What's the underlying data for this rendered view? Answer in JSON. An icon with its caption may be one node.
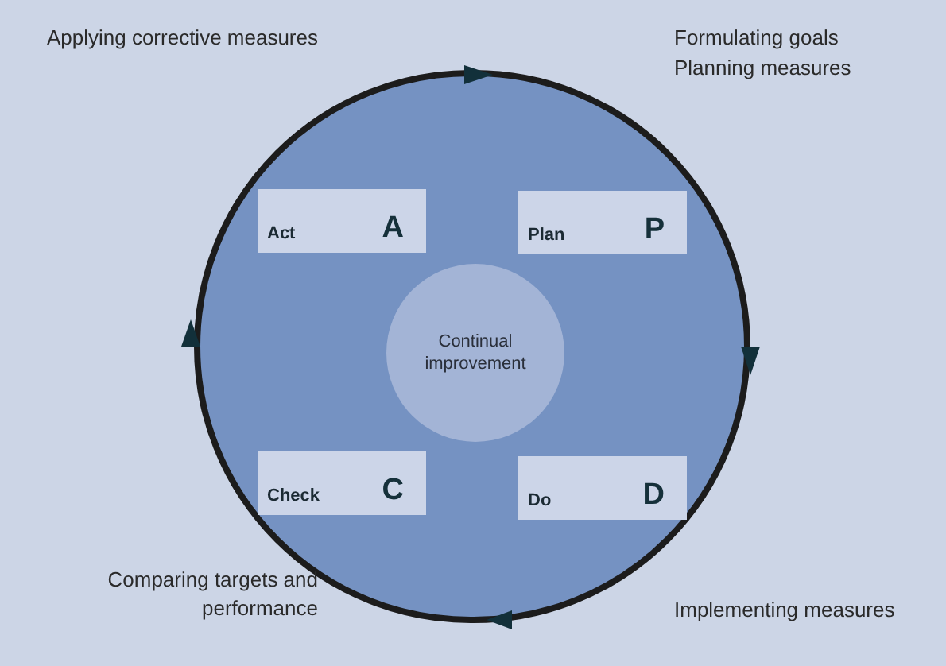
{
  "diagram": {
    "nodes": [
      {
        "text": [],
        "shape": "circle"
      },
      {
        "text": [
          "Act",
          "A"
        ],
        "in": 0
      },
      {
        "text": [
          "Plan",
          "P"
        ],
        "in": 0
      },
      {
        "text": [
          "Continual improvement"
        ],
        "in": 0
      },
      {
        "text": [
          "Check",
          "C"
        ],
        "in": 0
      },
      {
        "text": [
          "Do",
          "D"
        ],
        "in": 0
      }
    ],
    "labels": [
      "Applying corrective measures",
      "Formulating goals",
      "Planning measures",
      "Comparing targets and performance",
      "Implementing measures"
    ]
  }
}
